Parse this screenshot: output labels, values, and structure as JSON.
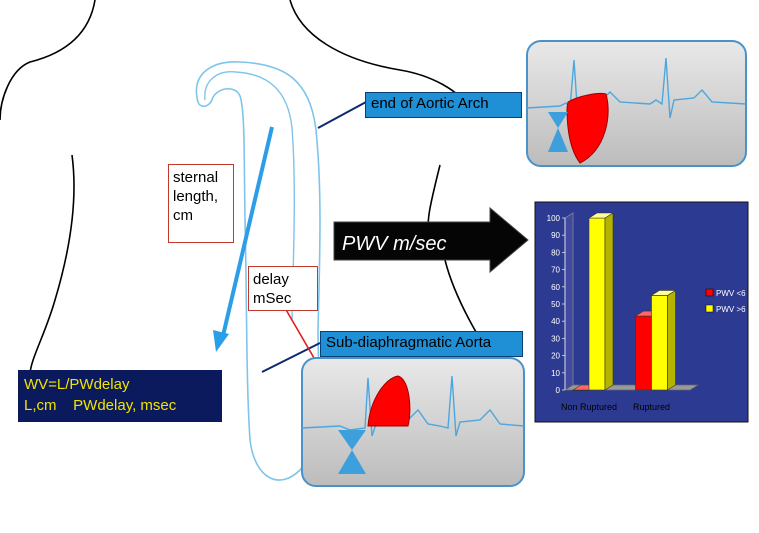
{
  "labels": {
    "sternal_length": [
      "sternal",
      "length,",
      "cm"
    ],
    "delay": [
      "delay",
      "mSec"
    ],
    "end_aortic_arch": "end of Aortic Arch",
    "sub_diaphragmatic": "Sub-diaphragmatic Aorta",
    "pwv_arrow": "PWV m/sec",
    "formula_line1": "WV=L/PWdelay",
    "formula_line2": "L,cm    PWdelay, msec"
  },
  "colors": {
    "aorta_outline": "#7fc4ea",
    "sternal_arrow": "#2b9ee8",
    "chart_bg": "#2d3a92",
    "pwv_low": "#ff0000",
    "pwv_high": "#ffff00",
    "pulse_fill": "#ff0000",
    "hourglass": "#3d9fdc"
  },
  "chart_data": {
    "type": "bar",
    "categories": [
      "Non Ruptured",
      "Ruptured"
    ],
    "series": [
      {
        "name": "PWV <6",
        "values": [
          0,
          43
        ]
      },
      {
        "name": "PWV >6",
        "values": [
          100,
          55
        ]
      }
    ],
    "yticks": [
      "0",
      "10",
      "20",
      "30",
      "40",
      "50",
      "60",
      "70",
      "80",
      "90",
      "100"
    ],
    "ylim": [
      0,
      100
    ],
    "legend": "right"
  }
}
